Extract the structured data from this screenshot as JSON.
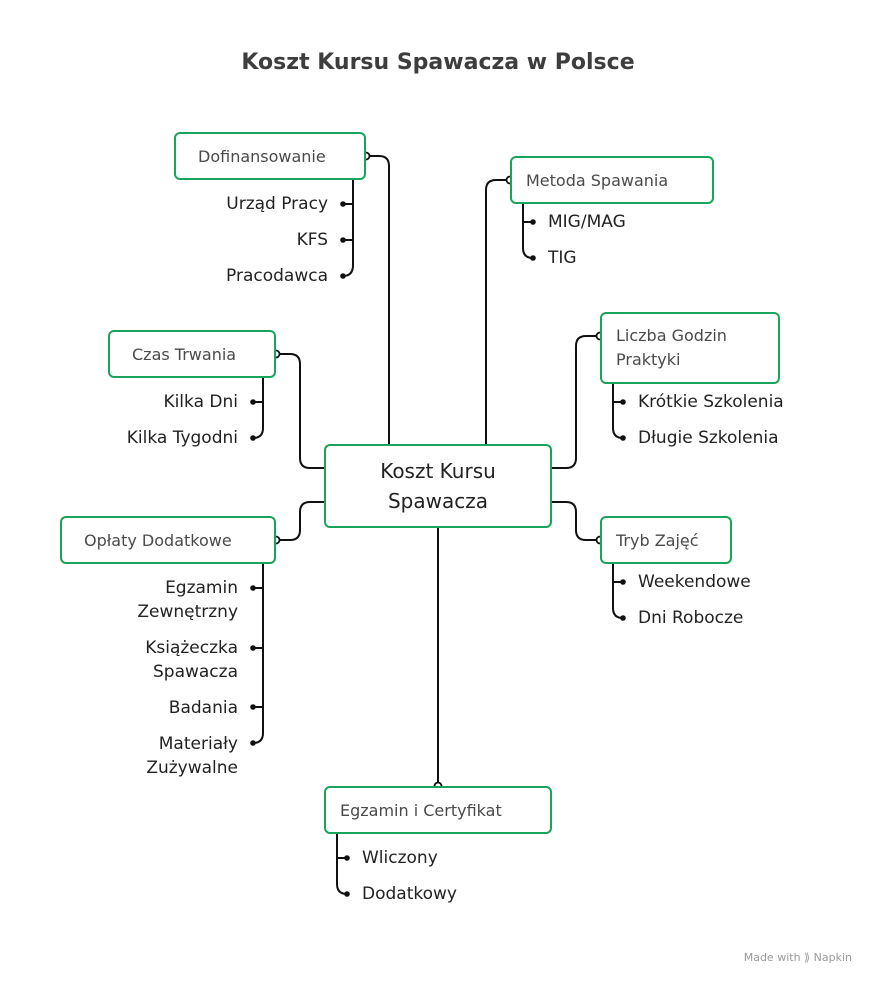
{
  "title": "Koszt Kursu Spawacza w Polsce",
  "center": "Koszt Kursu Spawacza",
  "branches": {
    "dofinansowanie": {
      "label": "Dofinansowanie",
      "items": [
        "Urząd Pracy",
        "KFS",
        "Pracodawca"
      ]
    },
    "czas": {
      "label": "Czas Trwania",
      "items": [
        "Kilka Dni",
        "Kilka Tygodni"
      ]
    },
    "oplaty": {
      "label": "Opłaty Dodatkowe",
      "items": [
        "Egzamin Zewnętrzny",
        "Książeczka Spawacza",
        "Badania",
        "Materiały Zużywalne"
      ]
    },
    "egzamin": {
      "label": "Egzamin i Certyfikat",
      "items": [
        "Wliczony",
        "Dodatkowy"
      ]
    },
    "metoda": {
      "label": "Metoda Spawania",
      "items": [
        "MIG/MAG",
        "TIG"
      ]
    },
    "godziny": {
      "label": "Liczba Godzin Praktyki",
      "items": [
        "Krótkie Szkolenia",
        "Długie Szkolenia"
      ]
    },
    "tryb": {
      "label": "Tryb Zajęć",
      "items": [
        "Weekendowe",
        "Dni Robocze"
      ]
    }
  },
  "watermark": "Made with ⟫ Napkin",
  "colors": {
    "accent": "#1aa35a",
    "line": "#111111",
    "title": "#3d3d3d"
  }
}
